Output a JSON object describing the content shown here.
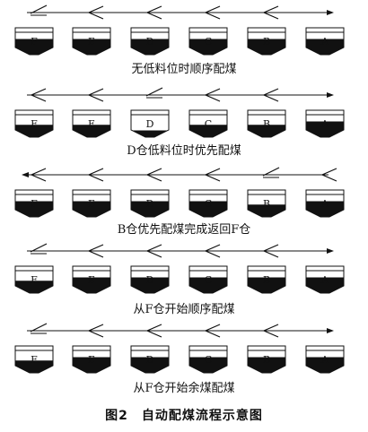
{
  "figure": {
    "title": "图2　自动配煤流程示意图",
    "bins": [
      "F",
      "E",
      "D",
      "C",
      "B",
      "A"
    ],
    "panels": [
      {
        "caption": "无低料位时顺序配煤",
        "arrow": "right",
        "gates": [
          "up",
          "down",
          "down",
          "down",
          "down"
        ],
        "fill": [
          0.7,
          0.7,
          0.7,
          0.7,
          0.7,
          0.7
        ]
      },
      {
        "caption": "D仓低料位时优先配煤",
        "arrow": "right",
        "gates": [
          "down",
          "down",
          "up",
          "down",
          "down"
        ],
        "fill": [
          0.55,
          0.55,
          0.3,
          0.55,
          0.55,
          0.7
        ]
      },
      {
        "caption": "B仓优先配煤完成返回F仓",
        "arrow": "left",
        "gates": [
          "down",
          "down",
          "down",
          "down",
          "up",
          "down"
        ],
        "fill": [
          0.7,
          0.7,
          0.7,
          0.7,
          0.55,
          0.7
        ]
      },
      {
        "caption": "从F仓开始顺序配煤",
        "arrow": "right",
        "gates": [
          "up",
          "down",
          "down",
          "down",
          "down"
        ],
        "fill": [
          0.55,
          0.7,
          0.7,
          0.7,
          0.7,
          0.7
        ]
      },
      {
        "caption": "从F仓开始余煤配煤",
        "arrow": "right",
        "gates": [
          "up",
          "down",
          "down",
          "down",
          "down"
        ],
        "fill": [
          0.55,
          0.7,
          0.7,
          0.7,
          0.7,
          0.7
        ]
      }
    ]
  }
}
